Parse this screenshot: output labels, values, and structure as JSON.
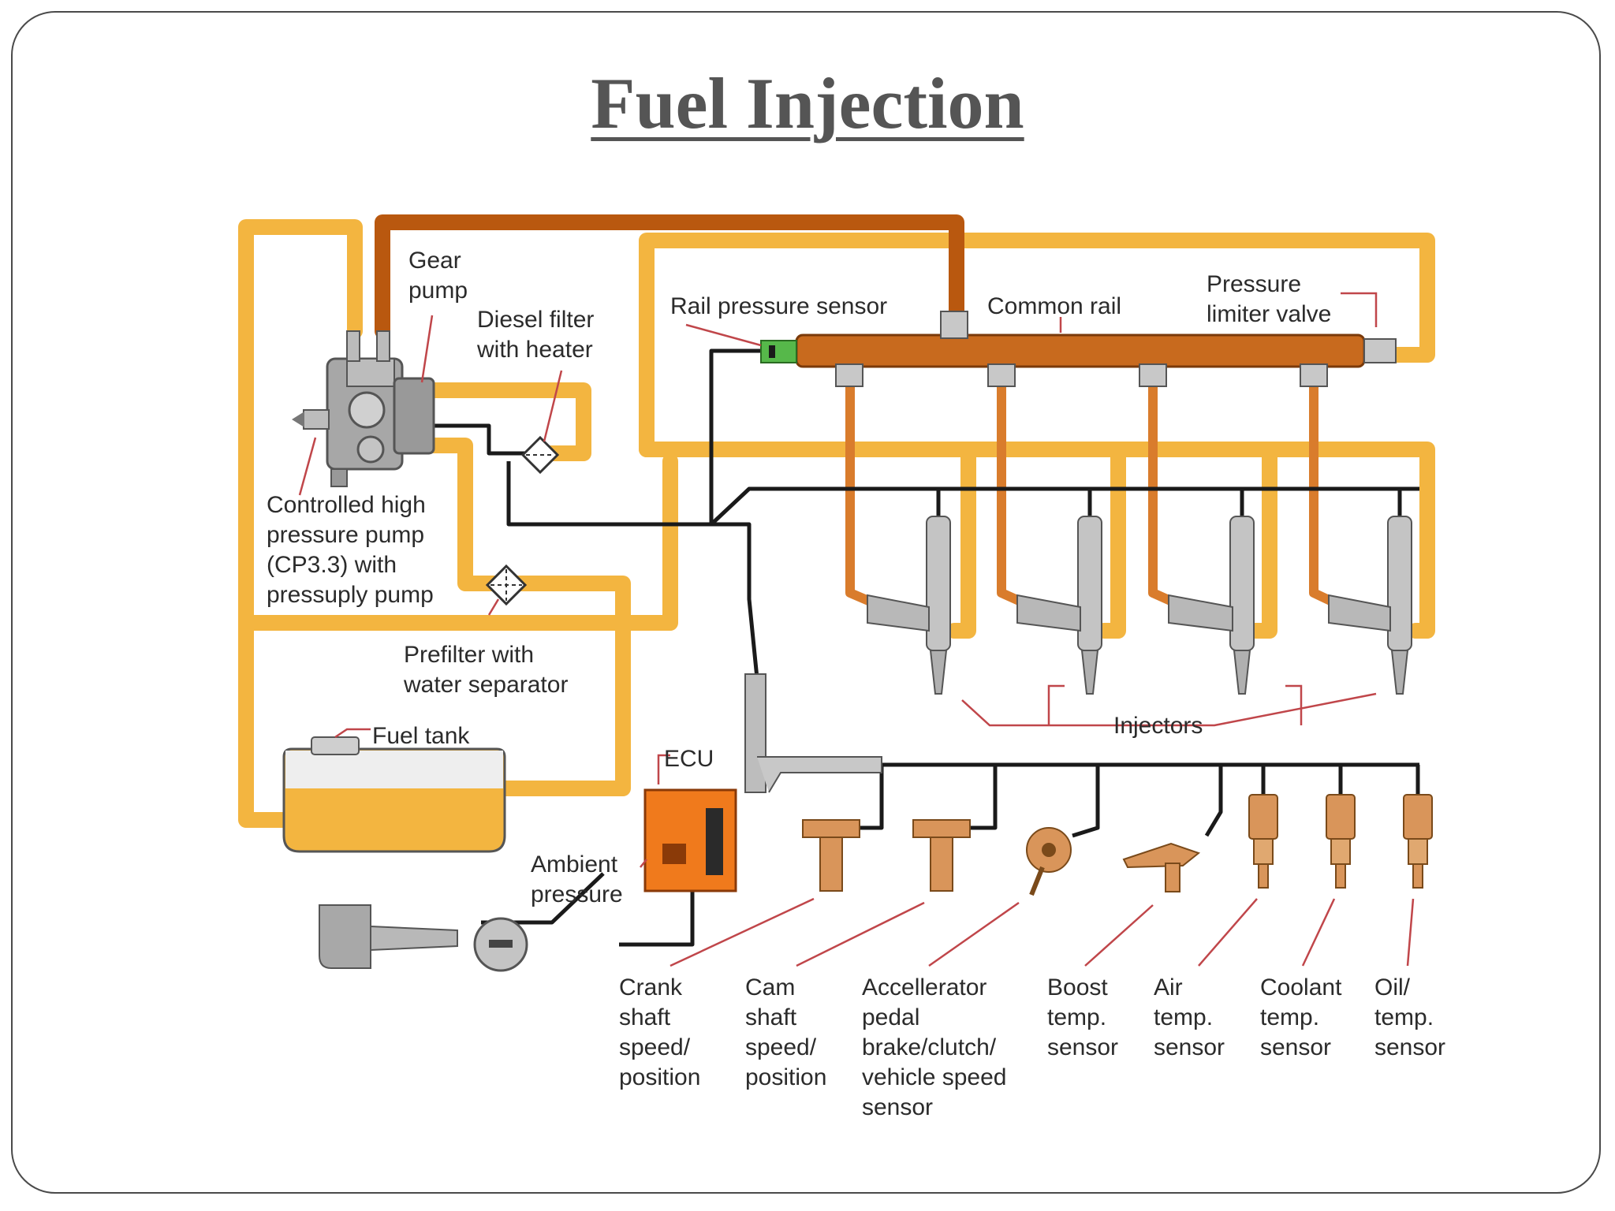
{
  "title": "Fuel Injection",
  "labels": {
    "gear_pump": [
      "Gear",
      "pump"
    ],
    "diesel_filter": [
      "Diesel filter",
      "with heater"
    ],
    "rail_pressure_sensor": "Rail pressure sensor",
    "common_rail": "Common rail",
    "pressure_limiter_valve": [
      "Pressure",
      "limiter valve"
    ],
    "high_pressure_pump": [
      "Controlled high",
      "pressure pump",
      "(CP3.3) with",
      "pressuply pump"
    ],
    "prefilter": [
      "Prefilter with",
      "water separator"
    ],
    "fuel_tank": "Fuel tank",
    "ecu": "ECU",
    "injectors": "Injectors",
    "ambient_pressure": [
      "Ambient",
      "pressure"
    ],
    "crank_shaft": [
      "Crank",
      "shaft",
      "speed/",
      "position"
    ],
    "cam_shaft": [
      "Cam",
      "shaft",
      "speed/",
      "position"
    ],
    "accelerator": [
      "Accellerator",
      "pedal",
      "brake/clutch/",
      "vehicle speed",
      "sensor"
    ],
    "boost_temp": [
      "Boost",
      "temp.",
      "sensor"
    ],
    "air_temp": [
      "Air",
      "temp.",
      "sensor"
    ],
    "coolant_temp": [
      "Coolant",
      "temp.",
      "sensor"
    ],
    "oil_temp": [
      "Oil/",
      "temp.",
      "sensor"
    ]
  },
  "colors": {
    "low_pressure_line": "#f3b540",
    "high_pressure_line": "#b9580f",
    "wiring": "#1a1a1a",
    "leader_line": "#c0464a",
    "ecu": "#f07a1c",
    "title": "#555555"
  }
}
